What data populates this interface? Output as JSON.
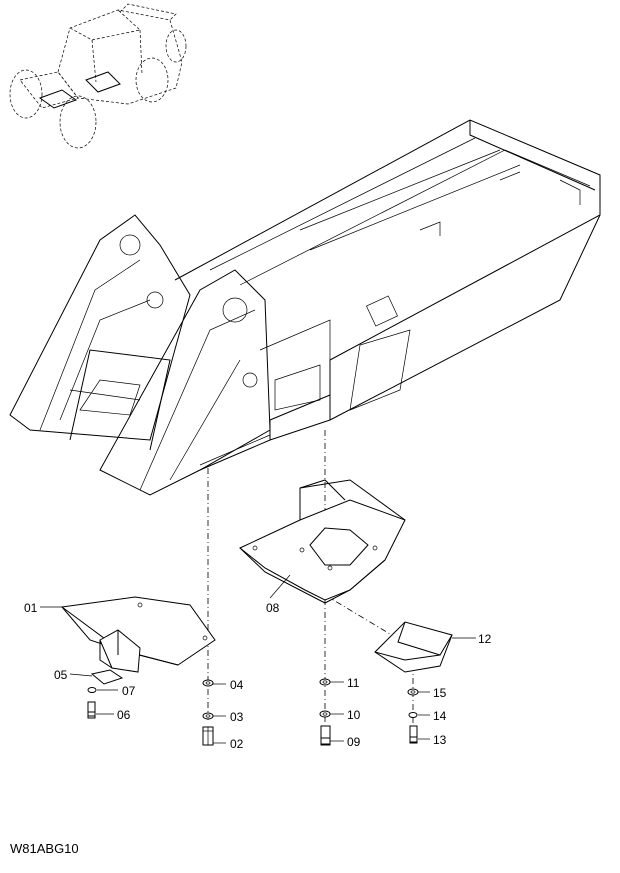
{
  "diagram_code": "W81ABG10",
  "callouts": {
    "p01": "01",
    "p02": "02",
    "p03": "03",
    "p04": "04",
    "p05": "05",
    "p06": "06",
    "p07": "07",
    "p08": "08",
    "p09": "09",
    "p10": "10",
    "p11": "11",
    "p12": "12",
    "p13": "13",
    "p14": "14",
    "p15": "15"
  }
}
